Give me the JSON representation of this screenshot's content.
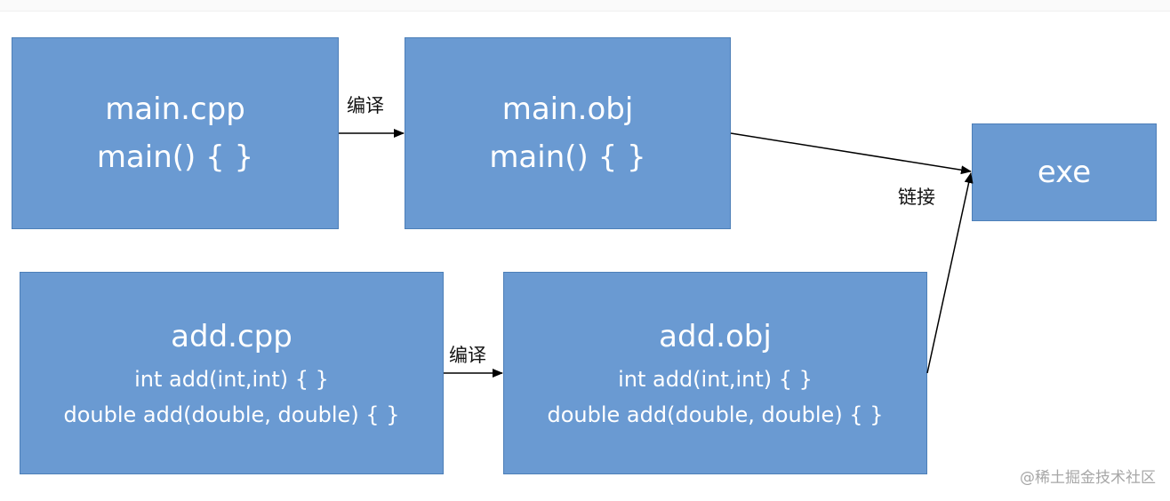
{
  "nodes": {
    "main_cpp": {
      "title": "main.cpp",
      "lines": [
        "main() { }"
      ]
    },
    "main_obj": {
      "title": "main.obj",
      "lines": [
        "main() { }"
      ]
    },
    "add_cpp": {
      "title": "add.cpp",
      "lines": [
        "int add(int,int) { }",
        "double add(double, double) { }"
      ]
    },
    "add_obj": {
      "title": "add.obj",
      "lines": [
        "int add(int,int) { }",
        "double add(double, double) { }"
      ]
    },
    "exe": {
      "title": "exe"
    }
  },
  "edges": {
    "compile_top": "编译",
    "compile_bottom": "编译",
    "link": "链接"
  },
  "watermark": "@稀土掘金技术社区",
  "colors": {
    "box_fill": "#6a9ad2",
    "box_border": "#4d7fb8",
    "box_text": "#ffffff",
    "arrow": "#000000"
  }
}
